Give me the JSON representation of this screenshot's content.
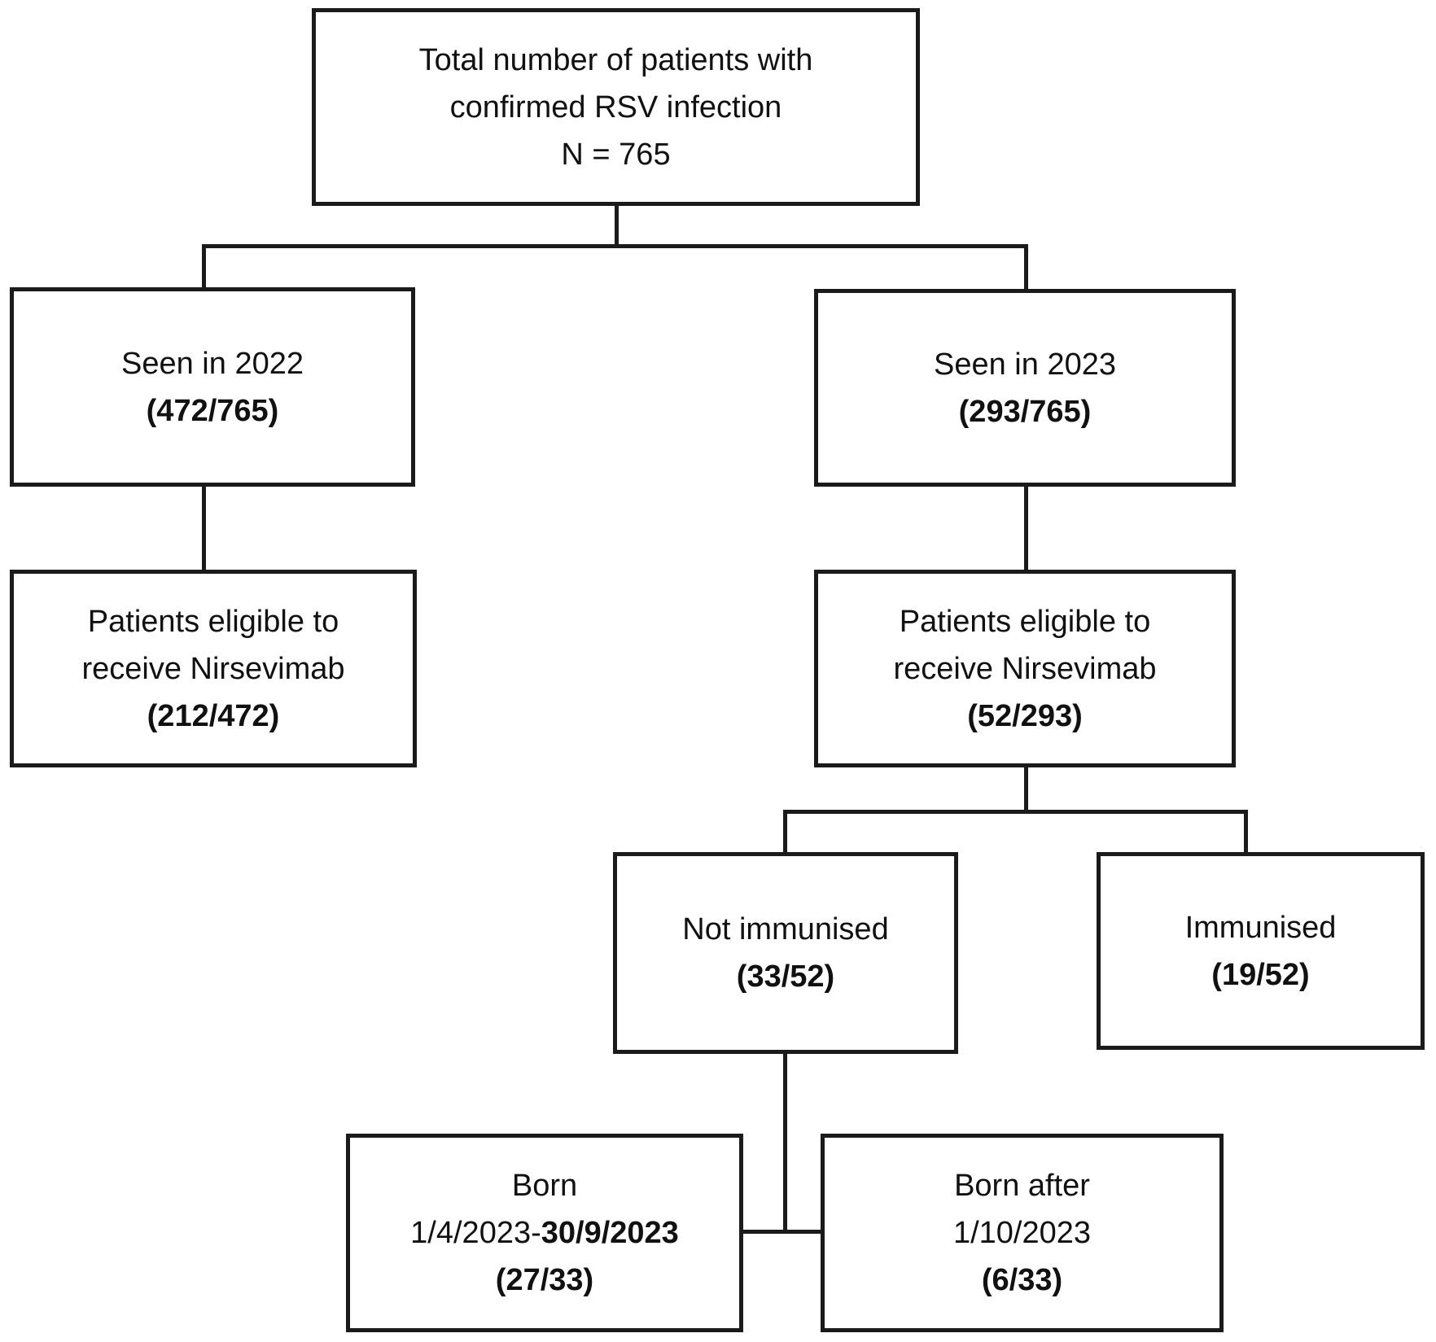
{
  "colors": {
    "line": "#1b1b1b",
    "text": "#111111",
    "background": "#ffffff"
  },
  "nodes": {
    "total": {
      "line1": "Total number of patients with",
      "line2": "confirmed RSV infection",
      "line3": "N = 765"
    },
    "seen2022": {
      "label": "Seen in 2022",
      "count": "(472/765)"
    },
    "seen2023": {
      "label": "Seen in 2023",
      "count": "(293/765)"
    },
    "eligible2022": {
      "line1": "Patients eligible to",
      "line2": "receive Nirsevimab",
      "count": "(212/472)"
    },
    "eligible2023": {
      "line1": "Patients eligible to",
      "line2": "receive Nirsevimab",
      "count": "(52/293)"
    },
    "notImmunised": {
      "label": "Not immunised",
      "count": "(33/52)"
    },
    "immunised": {
      "label": "Immunised",
      "count": "(19/52)"
    },
    "bornWindow": {
      "line1": "Born",
      "range_regular": "1/4/2023-",
      "range_bold": "30/9/2023",
      "count": "(27/33)"
    },
    "bornAfter": {
      "line1": "Born after",
      "line2": "1/10/2023",
      "count": "(6/33)"
    }
  }
}
